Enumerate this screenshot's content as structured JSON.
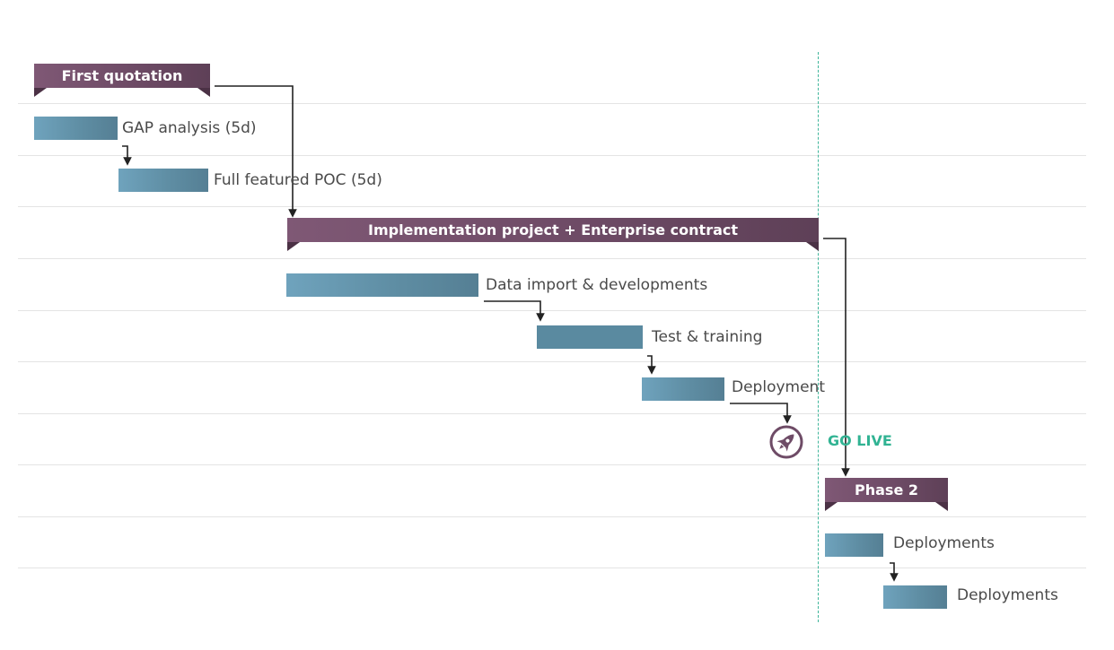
{
  "phases": {
    "first_quotation": "First quotation",
    "implementation": "Implementation project + Enterprise contract",
    "phase2": "Phase 2"
  },
  "tasks": {
    "gap_analysis": "GAP analysis (5d)",
    "full_poc": "Full featured POC (5d)",
    "data_import": "Data import & developments",
    "test_training": "Test & training",
    "deployment": "Deployment",
    "deployments_1": "Deployments",
    "deployments_2": "Deployments"
  },
  "milestone": {
    "go_live": "GO LIVE",
    "icon": "rocket-icon"
  },
  "colors": {
    "phase_bar": "#6e4b66",
    "task_bar": "#5f8ea4",
    "go_live": "#31b393",
    "grid_line": "#e4e4e4",
    "connector": "#222222"
  }
}
